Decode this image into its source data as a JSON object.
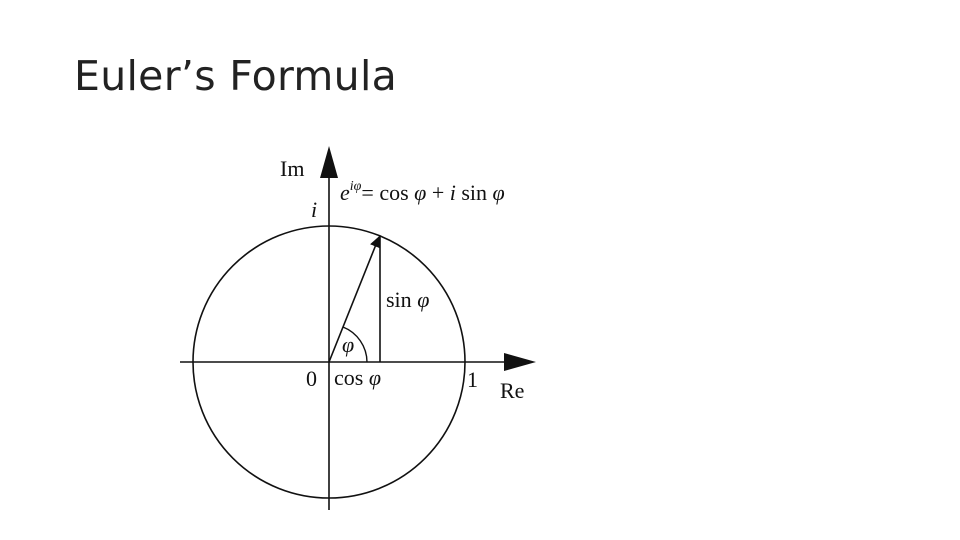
{
  "slide": {
    "title": "Euler’s Formula"
  },
  "diagram": {
    "axes": {
      "imaginary_label": "Im",
      "real_label": "Re",
      "origin_label": "0",
      "unit_real_label": "1",
      "unit_imag_label": "i"
    },
    "formula": {
      "base": "e",
      "exponent": "iφ",
      "rhs_part1": "= cos ",
      "rhs_phi1": "φ",
      "rhs_part2": " + ",
      "rhs_i": "i",
      "rhs_part3": " sin ",
      "rhs_phi2": "φ"
    },
    "labels": {
      "sin_text": "sin ",
      "sin_phi": "φ",
      "cos_text": "cos ",
      "cos_phi": "φ",
      "angle_phi": "φ"
    },
    "colors": {
      "stroke": "#111111"
    }
  }
}
